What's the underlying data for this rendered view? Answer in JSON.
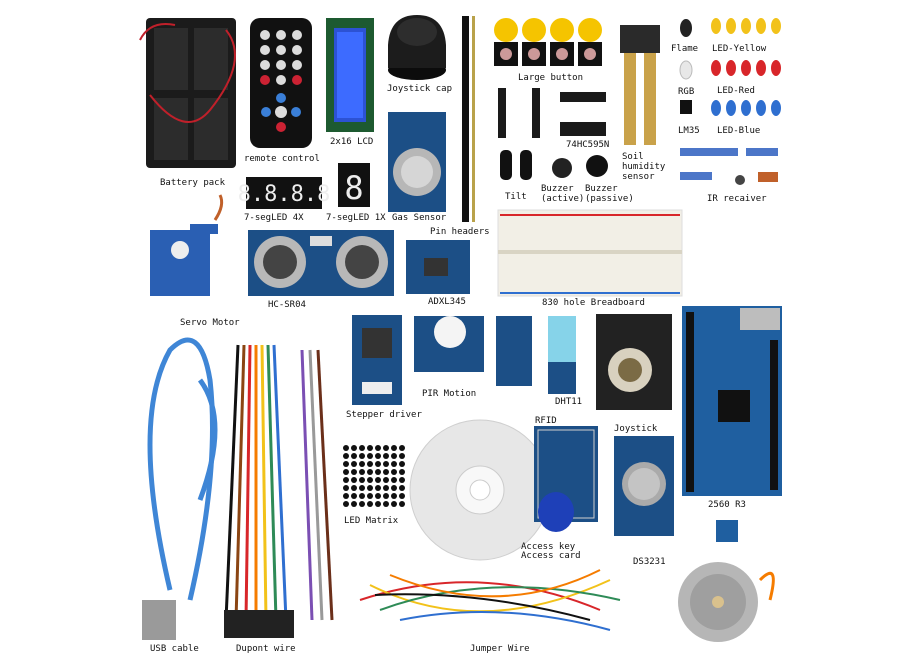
{
  "colors": {
    "board_blue": "#1f5fa0",
    "pcb_blue": "#1c4f86",
    "led_red": "#d8262a",
    "led_yellow": "#f2c21a",
    "led_blue": "#2f6fd0",
    "button_yellow": "#f5c400",
    "breadboard": "#f2efe6",
    "usb_cable": "#3f86d6"
  },
  "labels": {
    "battery_pack": "Battery pack",
    "remote_control": "remote control",
    "lcd": "2x16 LCD",
    "joystick_cap": "Joystick cap",
    "large_button": "Large button",
    "flame": "Flame",
    "led_yellow": "LED-Yellow",
    "rgb": "RGB",
    "led_red": "LED-Red",
    "lm35": "LM35",
    "led_blue": "LED-Blue",
    "ic_74hc595n": "74HC595N",
    "soil_humidity_sensor": "Soil\nhumidity\nsensor",
    "tilt": "Tilt",
    "buzzer_active": "Buzzer\n(active)",
    "buzzer_passive": "Buzzer\n(passive)",
    "ir_receiver": "IR recaiver",
    "seg4x": "7-segLED 4X",
    "seg1x": "7-segLED 1X",
    "gas_sensor": "Gas Sensor",
    "pin_headers": "Pin headers",
    "hc_sr04": "HC-SR04",
    "adxl345": "ADXL345",
    "breadboard": "830 hole Breadboard",
    "servo_motor": "Servo Motor",
    "stepper_driver": "Stepper driver",
    "pir_motion": "PIR Motion",
    "dht11": "DHT11",
    "joystick": "Joystick",
    "rfid": "RFID",
    "mega_2560": "2560 R3",
    "led_matrix": "LED Matrix",
    "access_key": "Access key",
    "access_card": "Access card",
    "ds3231": "DS3231",
    "usb_cable": "USB cable",
    "dupont_wire": "Dupont wire",
    "jumper_wire": "Jumper Wire"
  }
}
